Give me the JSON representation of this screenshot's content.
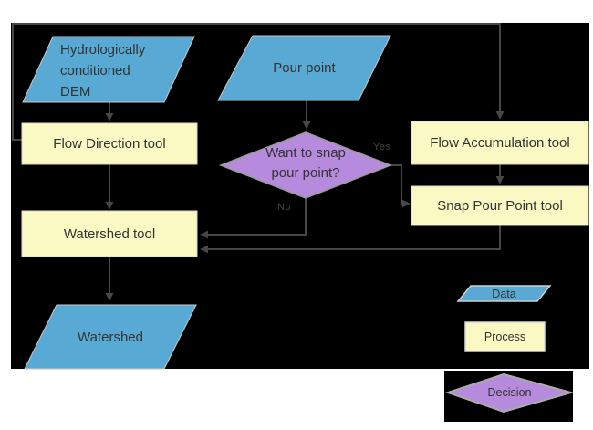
{
  "diagram": {
    "kind": "flowchart",
    "description_visible_shapes": "watershed delineation flowchart"
  },
  "nodes": {
    "dem": {
      "label": "Hydrologically\nconditioned\nDEM",
      "type": "data"
    },
    "pour_point": {
      "label": "Pour point",
      "type": "data"
    },
    "flow_direction": {
      "label": "Flow Direction tool",
      "type": "process"
    },
    "flow_accumulation": {
      "label": "Flow Accumulation tool",
      "type": "process"
    },
    "snap_pour_point": {
      "label": "Snap Pour Point tool",
      "type": "process"
    },
    "watershed_tool": {
      "label": "Watershed tool",
      "type": "process"
    },
    "decision": {
      "label": "Want to snap\npour point?",
      "type": "decision"
    },
    "watershed": {
      "label": "Watershed",
      "type": "data"
    }
  },
  "edges": [
    {
      "from": "dem",
      "to": "flow_direction",
      "label": ""
    },
    {
      "from": "flow_direction",
      "to": "watershed_tool",
      "label": ""
    },
    {
      "from": "flow_direction",
      "to": "flow_accumulation",
      "label": ""
    },
    {
      "from": "pour_point",
      "to": "decision",
      "label": ""
    },
    {
      "from": "flow_accumulation",
      "to": "snap_pour_point",
      "label": ""
    },
    {
      "from": "decision",
      "to": "snap_pour_point",
      "label": "Yes"
    },
    {
      "from": "decision",
      "to": "watershed_tool",
      "label": "No"
    },
    {
      "from": "snap_pour_point",
      "to": "watershed_tool",
      "label": ""
    },
    {
      "from": "watershed_tool",
      "to": "watershed",
      "label": ""
    }
  ],
  "legend": {
    "data_label": "Data",
    "process_label": "Process",
    "decision_label": "Decision"
  },
  "colors": {
    "page_bg": "#ffffff",
    "canvas_bg": "#000000",
    "data_fill": "#58A9D3",
    "process_fill": "#FBF9C3",
    "decision_fill": "#B68ADC",
    "connector": "#474747",
    "text": "#333333"
  }
}
